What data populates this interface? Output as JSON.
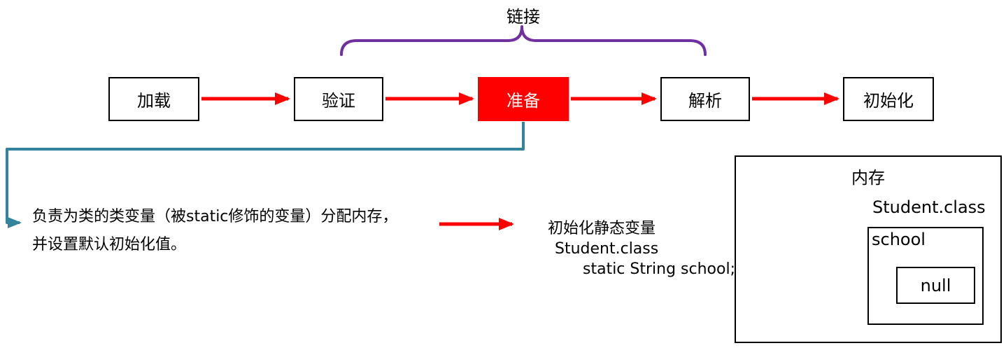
{
  "diagram": {
    "brace_label": "链接",
    "stages": [
      {
        "label": "加载",
        "highlight": false
      },
      {
        "label": "验证",
        "highlight": false
      },
      {
        "label": "准备",
        "highlight": true
      },
      {
        "label": "解析",
        "highlight": false
      },
      {
        "label": "初始化",
        "highlight": false
      }
    ],
    "description": {
      "line1": "负责为类的类变量（被static修饰的变量）分配内存，",
      "line2": "并设置默认初始化值。"
    },
    "example": {
      "line1": "初始化静态变量",
      "line2": "Student.class",
      "line3": "static String school;"
    },
    "memory": {
      "title": "内存",
      "class_label": "Student.class",
      "field_label": "school",
      "value": "null"
    },
    "colors": {
      "arrow": "#FF0000",
      "highlight_fill": "#FF0000",
      "brace": "#7030A0",
      "connector": "#31849B",
      "border": "#000000"
    }
  }
}
